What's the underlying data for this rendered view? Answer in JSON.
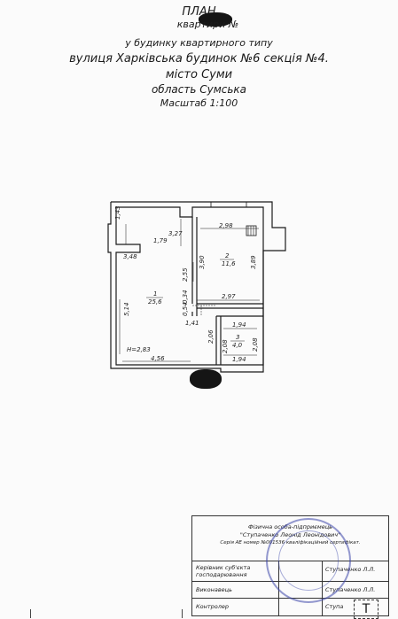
{
  "header": {
    "line1": "ПЛАН",
    "line2": "квартири №",
    "line3": "у будинку квартирного типу",
    "line4": "вулиця Харківська будинок №6 секція №4.",
    "line5": "місто Суми",
    "line6": "область Сумська",
    "line7": "Масштаб 1:100"
  },
  "plan": {
    "height_label": "H=2,83",
    "rooms": [
      {
        "number": "1",
        "area": "25,6"
      },
      {
        "number": "2",
        "area": "11,6"
      },
      {
        "number": "3",
        "area": "4,0"
      }
    ],
    "dims": {
      "d143": "1,43",
      "d327": "3,27",
      "d179": "1,79",
      "d348": "3,48",
      "d514": "5,14",
      "d255": "2,55",
      "d034": "0,34",
      "d054": "0,54",
      "d141": "1,41",
      "d456": "4,56",
      "d298": "2,98",
      "d390": "3,90",
      "d389": "3,89",
      "d297": "2,97",
      "d194a": "1,94",
      "d194b": "1,94",
      "d206": "2,06",
      "d208a": "2,08",
      "d208b": "2,08"
    }
  },
  "stamp": {
    "top1": "Фізична особа-підприємець",
    "top2": "\"Ступаченко Леонід Леонідович\"",
    "top3": "Серія АЕ номер №001536 кваліфікаційний сертифікат.",
    "row1_label": "Керівник суб'єкта господарювання",
    "row1_value": "Ступаченко Л.Л.",
    "row2_label": "Виконавець",
    "row2_value": "Ступаченко Л.Л.",
    "row3_label": "Контролер",
    "row3_value": "Ступа",
    "mark": "Т"
  }
}
